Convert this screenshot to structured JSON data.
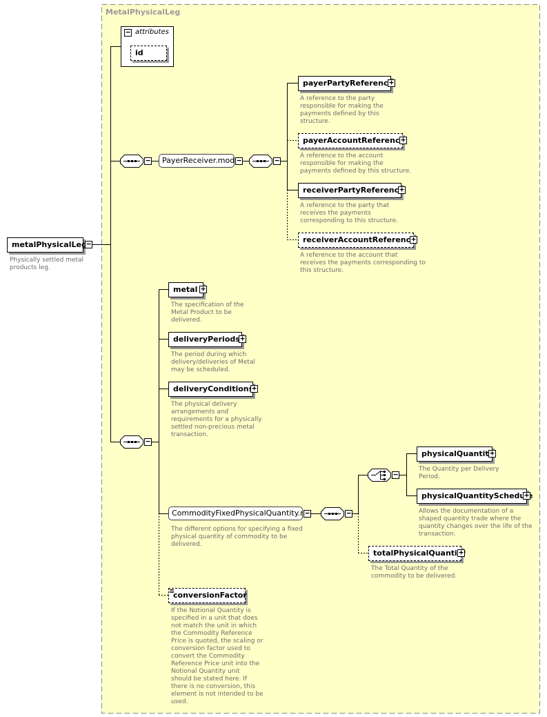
{
  "container": {
    "title": "MetalPhysicalLeg"
  },
  "attributes": {
    "title": "attributes",
    "id_label": "id"
  },
  "root": {
    "label": "metalPhysicalLeg",
    "doc": "Physically settled metal\nproducts leg."
  },
  "payer_receiver": {
    "group_label": "PayerReceiver.model",
    "items": [
      {
        "label": "payerPartyReference",
        "doc": "A reference to the party\nresponsible for making the\npayments defined by this\nstructure."
      },
      {
        "label": "payerAccountReference",
        "doc": "A reference to the account\nresponsible for making the\npayments defined by this structure."
      },
      {
        "label": "receiverPartyReference",
        "doc": "A reference to the party that\nreceives the payments\ncorresponding to this structure."
      },
      {
        "label": "receiverAccountReference",
        "doc": "A reference to the account that\nreceives the payments corresponding to\nthis structure."
      }
    ]
  },
  "sequence_items": [
    {
      "label": "metal",
      "doc": "The specification of the\nMetal Product to be\ndelivered."
    },
    {
      "label": "deliveryPeriods",
      "doc": "The period during which\ndelivery/deliveries of Metal\nmay be scheduled."
    },
    {
      "label": "deliveryConditions",
      "doc": "The physical delivery\narrangements and\nrequirements for a physically\nsettled non-precious metal\ntransaction."
    }
  ],
  "quantity_model": {
    "group_label": "CommodityFixedPhysicalQuantity.mo...",
    "doc": "The different options for specifying a fixed\nphysical quantity of commodity to be\ndelivered.",
    "choice_items": [
      {
        "label": "physicalQuantity",
        "doc": "The Quantity per Delivery\nPeriod."
      },
      {
        "label": "physicalQuantitySchedule",
        "doc": "Allows the documentation of a\nshaped quantity trade where the\nquantity changes over the life of the\ntransaction."
      }
    ],
    "total": {
      "label": "totalPhysicalQuantity",
      "doc": "The Total Quantity of the\ncommodity to be delivered."
    }
  },
  "conversion": {
    "label": "conversionFactor",
    "doc": "If the Notional Quantity is\nspecified in a unit that does\nnot match the unit in which\nthe Commodity Reference\nPrice is quoted, the scaling or\nconversion factor used to\nconvert the Commodity\nReference Price unit into the\nNotional Quantity unit\nshould be stated here. If\nthere is no conversion, this\nelement is not intended to be\nused."
  },
  "symbols": {
    "expand": "+",
    "collapse": "−"
  },
  "colors": {
    "container_bg": "#ffffc8",
    "container_border": "#888888",
    "doc_text": "#6b6b6b",
    "shadow": "#9a9a9a"
  }
}
